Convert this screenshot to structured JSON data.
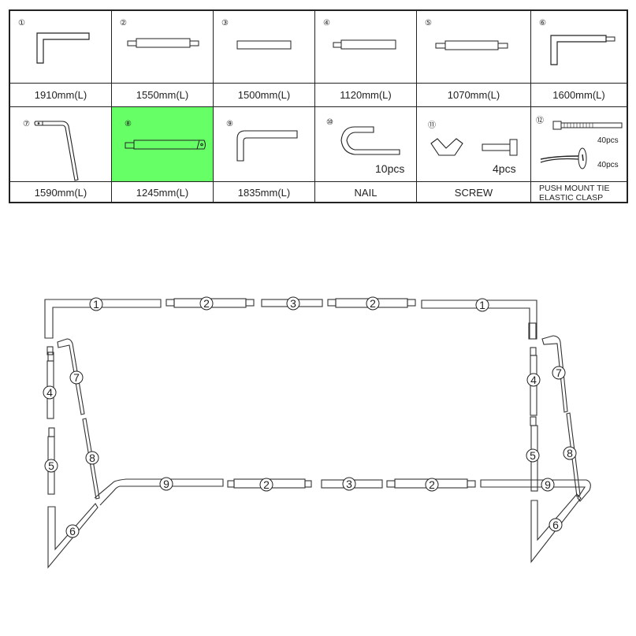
{
  "parts": [
    {
      "id": 1,
      "marker": "①",
      "length": "1910mm(L)",
      "shape": "l-bend-pipe"
    },
    {
      "id": 2,
      "marker": "②",
      "length": "1550mm(L)",
      "shape": "double-swaged-pipe"
    },
    {
      "id": 3,
      "marker": "③",
      "length": "1500mm(L)",
      "shape": "straight-pipe"
    },
    {
      "id": 4,
      "marker": "④",
      "length": "1120mm(L)",
      "shape": "single-swaged-pipe"
    },
    {
      "id": 5,
      "marker": "⑤",
      "length": "1070mm(L)",
      "shape": "double-swaged-pipe"
    },
    {
      "id": 6,
      "marker": "⑥",
      "length": "1600mm(L)",
      "shape": "l-bend-swaged-pipe"
    },
    {
      "id": 7,
      "marker": "⑦",
      "length": "1590mm(L)",
      "shape": "hinged-bent-pipe"
    },
    {
      "id": 8,
      "marker": "⑧",
      "length": "1245mm(L)",
      "shape": "hinged-swaged-pipe",
      "highlighted": true,
      "highlight_color": "#66ff66"
    },
    {
      "id": 9,
      "marker": "⑨",
      "length": "1835mm(L)",
      "shape": "curved-bend-pipe"
    },
    {
      "id": 10,
      "marker": "⑩",
      "label": "NAIL",
      "quantity": "10pcs",
      "shape": "u-nail"
    },
    {
      "id": 11,
      "marker": "⑪",
      "label": "SCREW",
      "quantity": "4pcs",
      "shape": "wing-nut-and-bolt"
    },
    {
      "id": 12,
      "marker": "⑫",
      "label_line1": "PUSH MOUNT TIE",
      "label_line2": "ELASTIC CLASP",
      "quantity_tie": "40pcs",
      "quantity_clasp": "40pcs",
      "shape": "cable-tie-and-clasp"
    }
  ],
  "assembly": {
    "top_bar": [
      "1",
      "2",
      "3",
      "2",
      "1"
    ],
    "bottom_bar": [
      "9",
      "2",
      "3",
      "2",
      "9"
    ],
    "left_side": [
      "4",
      "5",
      "7",
      "8",
      "6"
    ],
    "right_side": [
      "4",
      "5",
      "7",
      "8",
      "6"
    ]
  }
}
